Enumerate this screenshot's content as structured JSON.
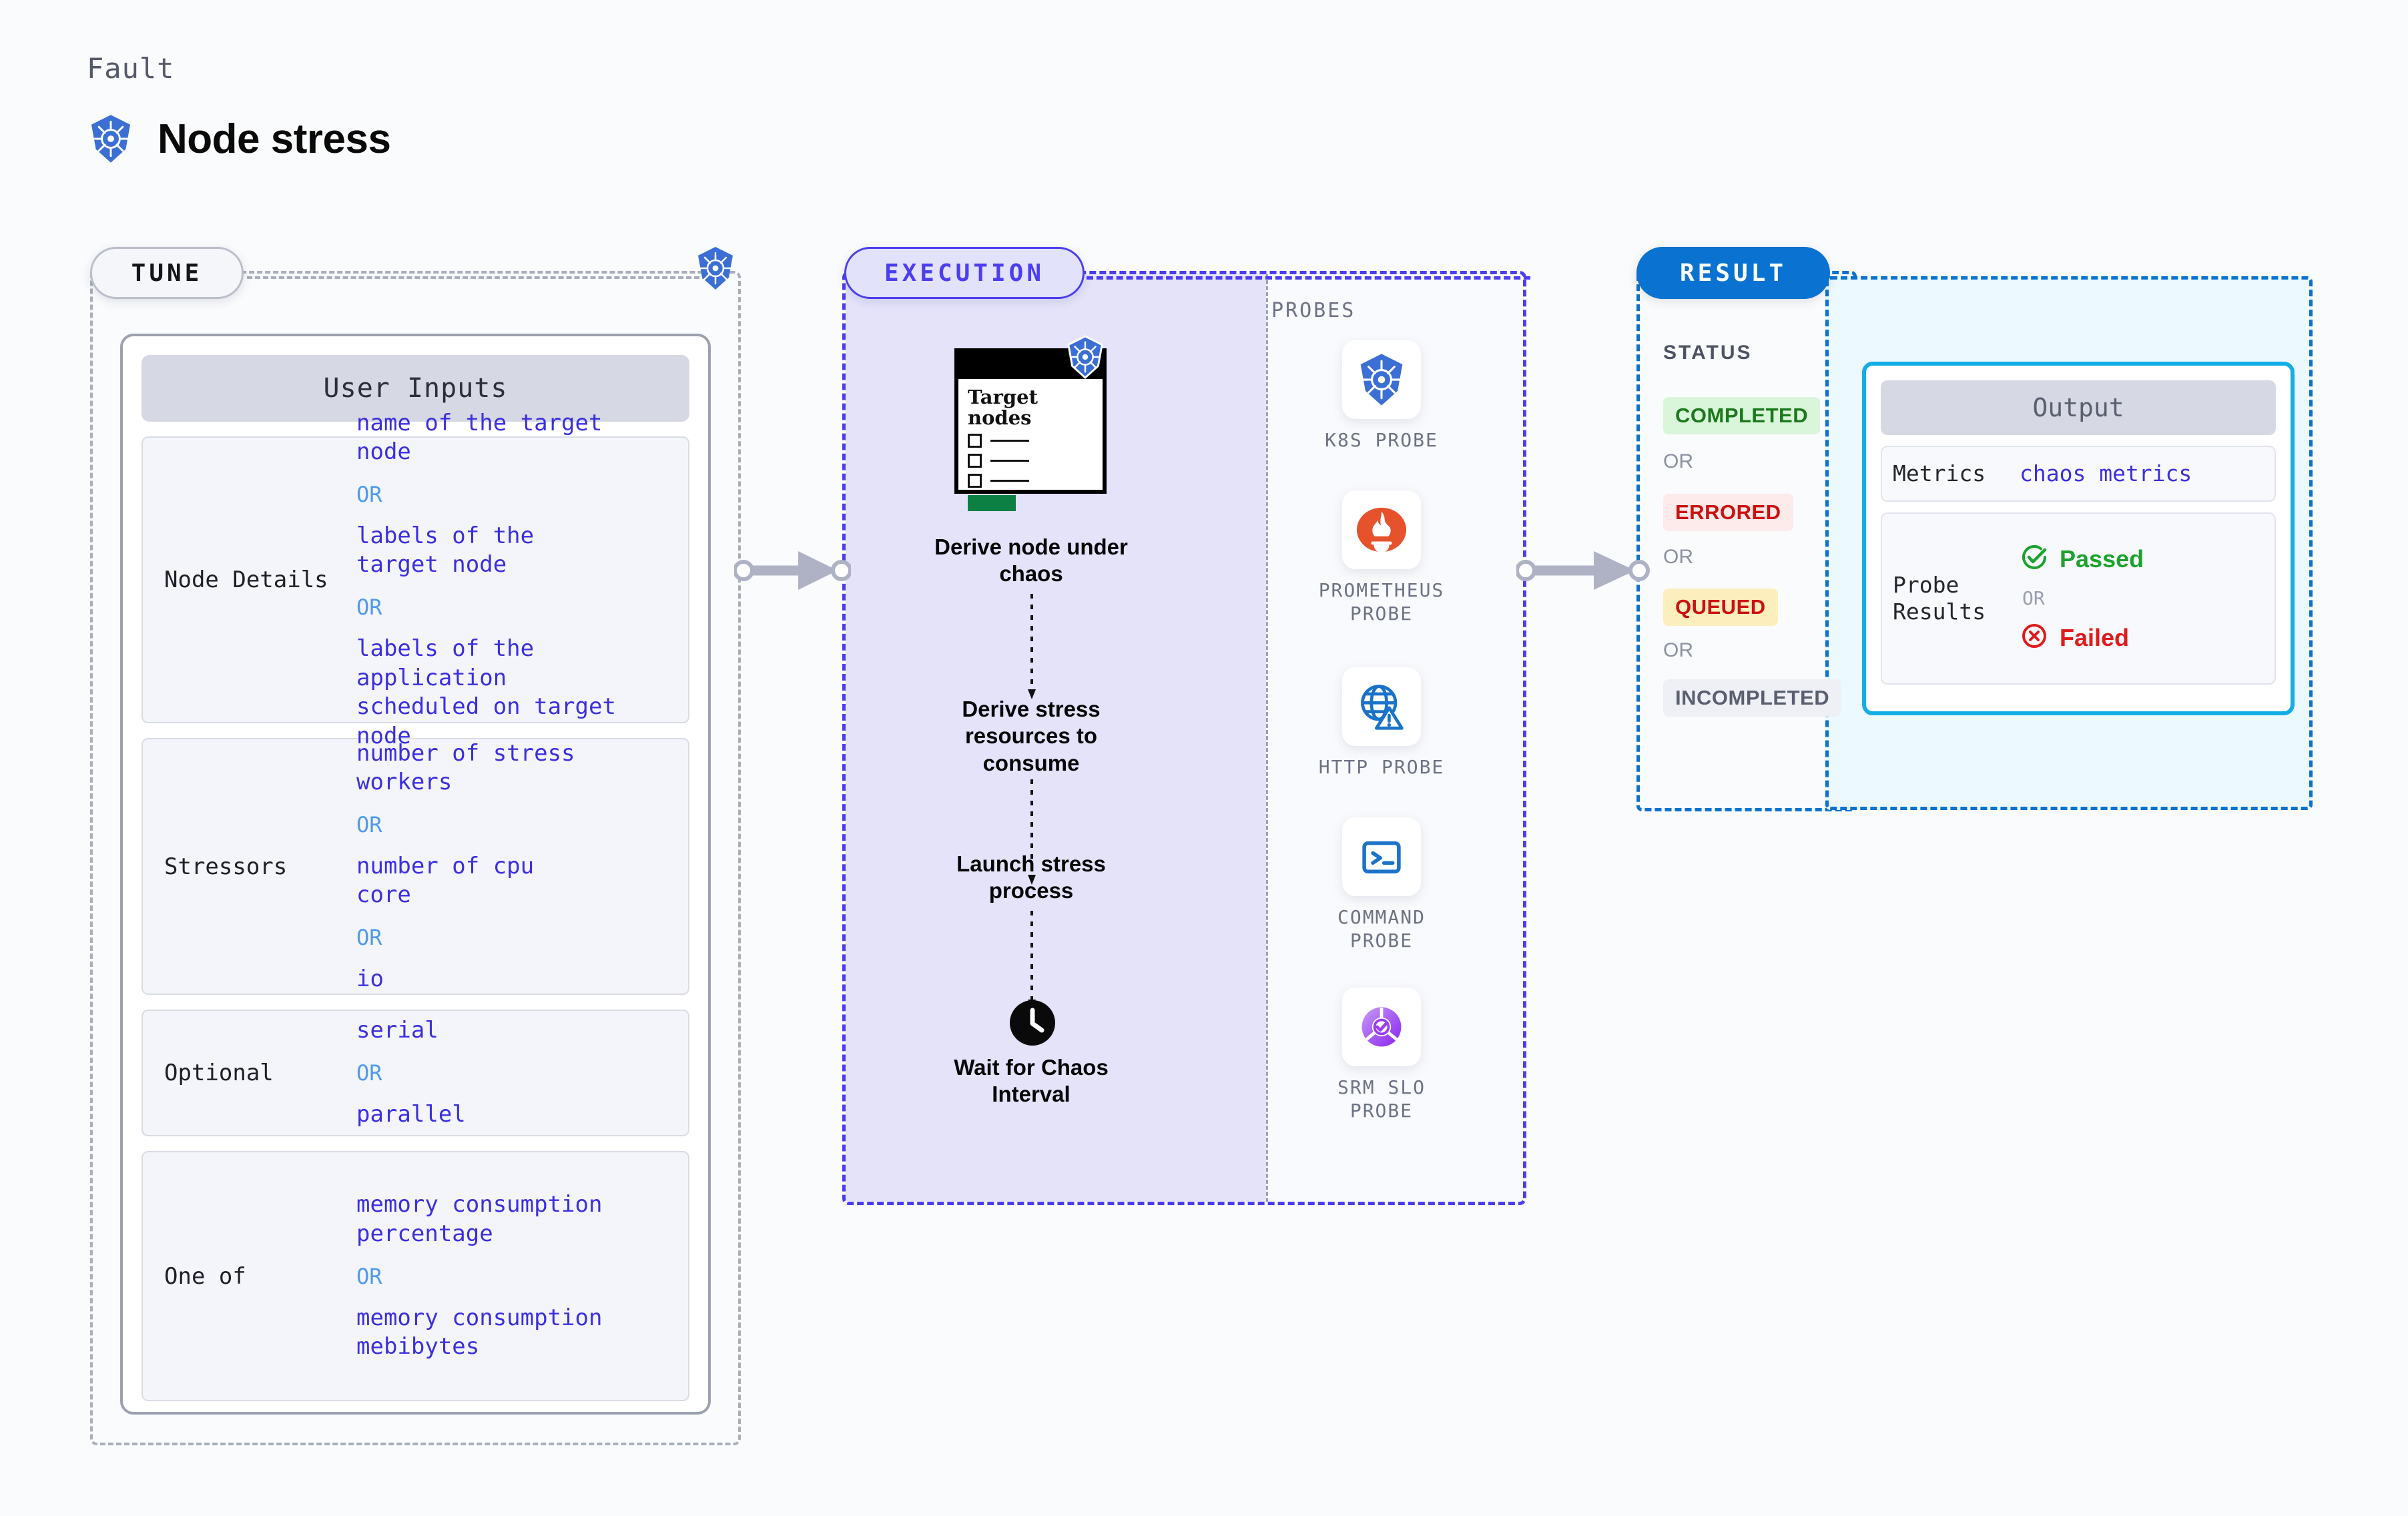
{
  "header": {
    "eyebrow": "Fault",
    "title": "Node stress",
    "icon": "kubernetes-icon"
  },
  "sections": {
    "tune": {
      "badge": "TUNE",
      "icon": "kubernetes-icon"
    },
    "execution": {
      "badge": "EXECUTION"
    },
    "result": {
      "badge": "RESULT"
    }
  },
  "tune": {
    "card_title": "User Inputs",
    "blocks": [
      {
        "label": "Node Details",
        "values": [
          "name of the target\nnode",
          "labels of the\ntarget node",
          "labels of the application\n scheduled on target node"
        ],
        "separator": "OR"
      },
      {
        "label": "Stressors",
        "values": [
          "number of stress\nworkers",
          "number of cpu\ncore",
          "io"
        ],
        "separator": "OR"
      },
      {
        "label": "Optional",
        "values": [
          "serial",
          "parallel"
        ],
        "separator": "OR"
      },
      {
        "label": "One of",
        "values": [
          "memory consumption\npercentage",
          "memory consumption\nmebibytes"
        ],
        "separator": "OR"
      }
    ]
  },
  "execution": {
    "target_card": {
      "title": "Target nodes",
      "icon": "kubernetes-icon"
    },
    "steps": [
      "Derive node under chaos",
      "Derive stress resources to consume",
      "Launch stress process",
      "Wait for Chaos Interval"
    ],
    "wait_icon": "clock-icon",
    "probes_title": "PROBES",
    "probes": [
      {
        "label": "K8S PROBE",
        "icon": "kubernetes-icon"
      },
      {
        "label": "PROMETHEUS PROBE",
        "icon": "prometheus-icon"
      },
      {
        "label": "HTTP PROBE",
        "icon": "globe-warning-icon"
      },
      {
        "label": "COMMAND PROBE",
        "icon": "terminal-icon"
      },
      {
        "label": "SRM SLO PROBE",
        "icon": "slo-donut-check-icon"
      }
    ]
  },
  "result": {
    "status_title": "STATUS",
    "separator": "OR",
    "statuses": [
      {
        "label": "COMPLETED",
        "color": "#1a7a1a",
        "bg": "#d9f5da"
      },
      {
        "label": "ERRORED",
        "color": "#cc1111",
        "bg": "#fdeaea"
      },
      {
        "label": "QUEUED",
        "color": "#cc1111",
        "bg": "#fdeebd"
      },
      {
        "label": "INCOMPLETED",
        "color": "#5a5f70",
        "bg": "#eef0f5"
      }
    ],
    "output": {
      "title": "Output",
      "metrics_label": "Metrics",
      "metrics_value": "chaos metrics",
      "probe_results_label": "Probe\nResults",
      "passed": "Passed",
      "failed": "Failed",
      "separator": "OR",
      "passed_color": "#1ca32e",
      "failed_color": "#e01b1b",
      "passed_icon": "check-circle-icon",
      "failed_icon": "x-circle-icon"
    }
  },
  "colors": {
    "accent_blue": "#3b6fd4",
    "exec_purple": "#4b3ef0",
    "result_blue": "#0a72d0",
    "output_cyan": "#13aee6"
  }
}
